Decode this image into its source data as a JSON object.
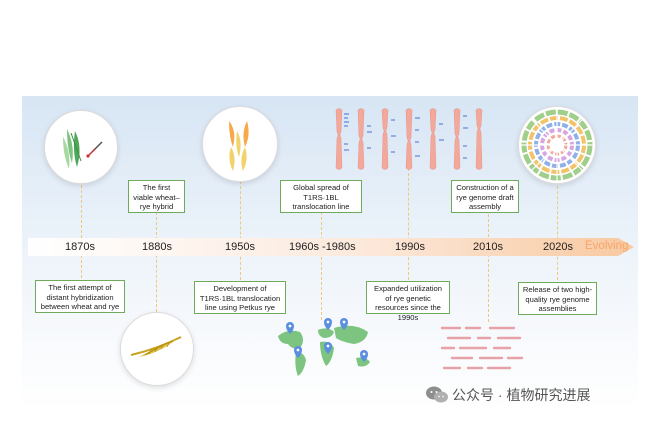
{
  "timeline": {
    "years": [
      "1870s",
      "1880s",
      "1950s",
      "1960s -1980s",
      "1990s",
      "2010s",
      "2020s"
    ],
    "end_label": "Evolving"
  },
  "events": {
    "first_attempt": "The first attempt of distant hybridization between wheat and rye",
    "first_viable": "The first viable wheat–rye hybrid",
    "t1rs_development": "Development of T1RS·1BL translocation line using Petkus rye",
    "global_spread": "Global spread of T1RS·1BL translocation line",
    "expanded_utilization": "Expanded utilization of rye genetic resources since the 1990s",
    "draft_assembly": "Construction of a rye genome draft assembly",
    "two_assemblies": "Release of two high-quality rye genome assemblies"
  },
  "watermark": "公众号 · 植物研究进展",
  "colors": {
    "box_border": "#6faa5a",
    "timeline_start": "#ffffff",
    "timeline_end": "#f8c9a0",
    "guide_line": "#f2c77a",
    "chromosome": "#f2a89a",
    "map_land": "#7cc47f",
    "map_pin": "#5b8de0"
  },
  "icons": [
    "wheat-spike-icon",
    "hybrid-seedling-icon",
    "rye-spike-icon",
    "world-map-icon",
    "chromosome-icon",
    "genome-assembly-lines-icon",
    "circos-plot-icon",
    "wechat-icon"
  ]
}
